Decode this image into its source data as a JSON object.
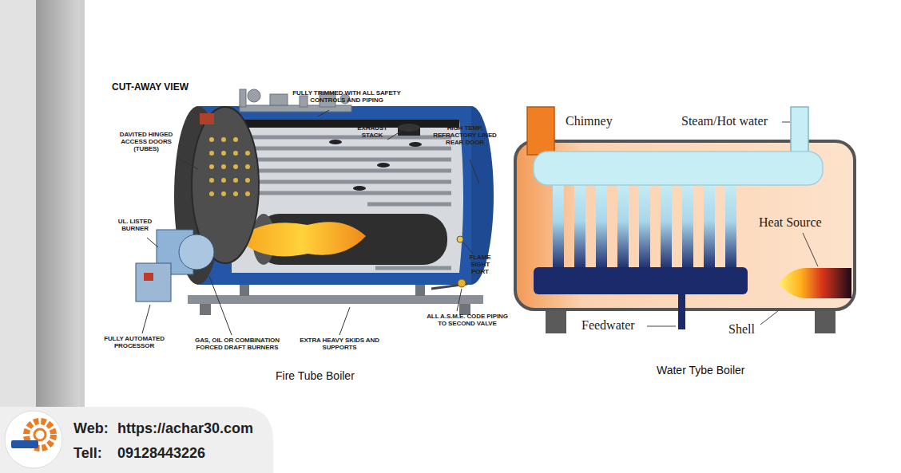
{
  "diagram": {
    "nodes": [
      {
        "text": [
          "Web:",
          "https://achar30.com",
          "Tell:",
          "09128443226"
        ]
      }
    ],
    "labels": [
      "CUT-AWAY VIEW",
      "FULLY TRIMMED WITH ALL SAFETY CONTROLS AND PIPING",
      "EXHAUST STACK",
      "HIGH TEMP. REFRACTORY LINED REAR DOOR",
      "DAVITED HINGED ACCESS DOORS (TUBES)",
      "UL. LISTED BURNER",
      "FLAME SIGHT PORT",
      "ALL A.S.M.E. CODE PIPING TO SECOND VALVE",
      "FULLY AUTOMATED PROCESSOR",
      "GAS, OIL OR COMBINATION FORCED DRAFT BURNERS",
      "EXTRA HEAVY SKIDS AND SUPPORTS",
      "Fire Tube Boiler",
      "Chimney",
      "Steam/Hot water",
      "Heat Source",
      "Feedwater",
      "Shell",
      "Water Tybe Boiler"
    ]
  }
}
